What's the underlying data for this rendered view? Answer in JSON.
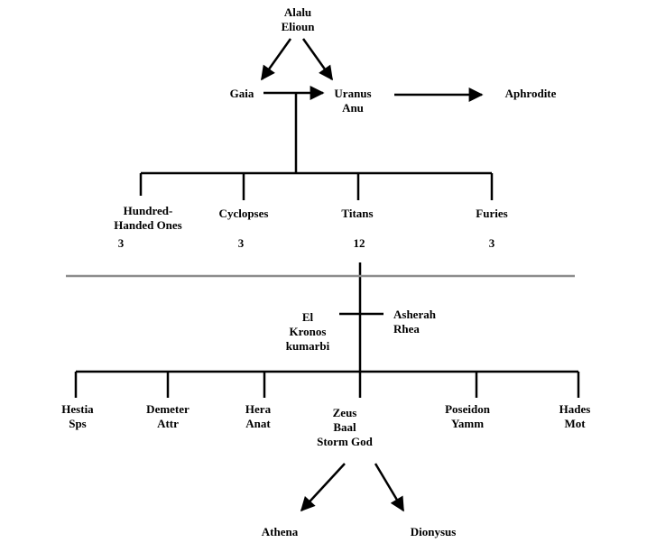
{
  "colors": {
    "ink": "#000000",
    "divider": "#8c8c8c",
    "background": "#ffffff"
  },
  "nodes": {
    "alalu": [
      "Alalu",
      "Elioun"
    ],
    "gaia": [
      "Gaia"
    ],
    "uranus": [
      "Uranus",
      "Anu"
    ],
    "aphrodite": [
      "Aphrodite"
    ],
    "hundred_handed": [
      "Hundred-",
      "Handed Ones"
    ],
    "hundred_handed_count": "3",
    "cyclopses": [
      "Cyclopses"
    ],
    "cyclopses_count": "3",
    "titans": [
      "Titans"
    ],
    "titans_count": "12",
    "furies": [
      "Furies"
    ],
    "furies_count": "3",
    "kronos": [
      "El",
      "Kronos",
      "kumarbi"
    ],
    "rhea": [
      "Asherah",
      "Rhea"
    ],
    "hestia": [
      "Hestia",
      "Sps"
    ],
    "demeter": [
      "Demeter",
      "Attr"
    ],
    "hera": [
      "Hera",
      "Anat"
    ],
    "zeus": [
      "Zeus",
      "Baal",
      "Storm God"
    ],
    "poseidon": [
      "Poseidon",
      "Yamm"
    ],
    "hades": [
      "Hades",
      "Mot"
    ],
    "athena": [
      "Athena"
    ],
    "dionysus": [
      "Dionysus"
    ]
  }
}
